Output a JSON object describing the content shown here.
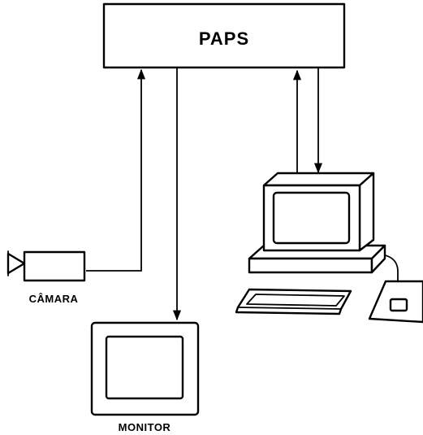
{
  "diagram": {
    "nodes": {
      "paps": {
        "label": "PAPS"
      },
      "camera": {
        "label": "CÂMARA"
      },
      "monitor": {
        "label": "MONITOR"
      },
      "workstation": {
        "label": ""
      }
    },
    "connections": [
      {
        "from": "camera",
        "to": "paps",
        "arrow": "toward-paps"
      },
      {
        "from": "paps",
        "to": "monitor",
        "arrow": "toward-monitor"
      },
      {
        "from": "workstation",
        "to": "paps",
        "arrow": "toward-paps"
      },
      {
        "from": "paps",
        "to": "workstation",
        "arrow": "toward-workstation"
      },
      {
        "from": "workstation",
        "to": "tablet",
        "arrow": "none"
      }
    ],
    "colors": {
      "ink": "#000000",
      "paper": "#ffffff"
    }
  }
}
